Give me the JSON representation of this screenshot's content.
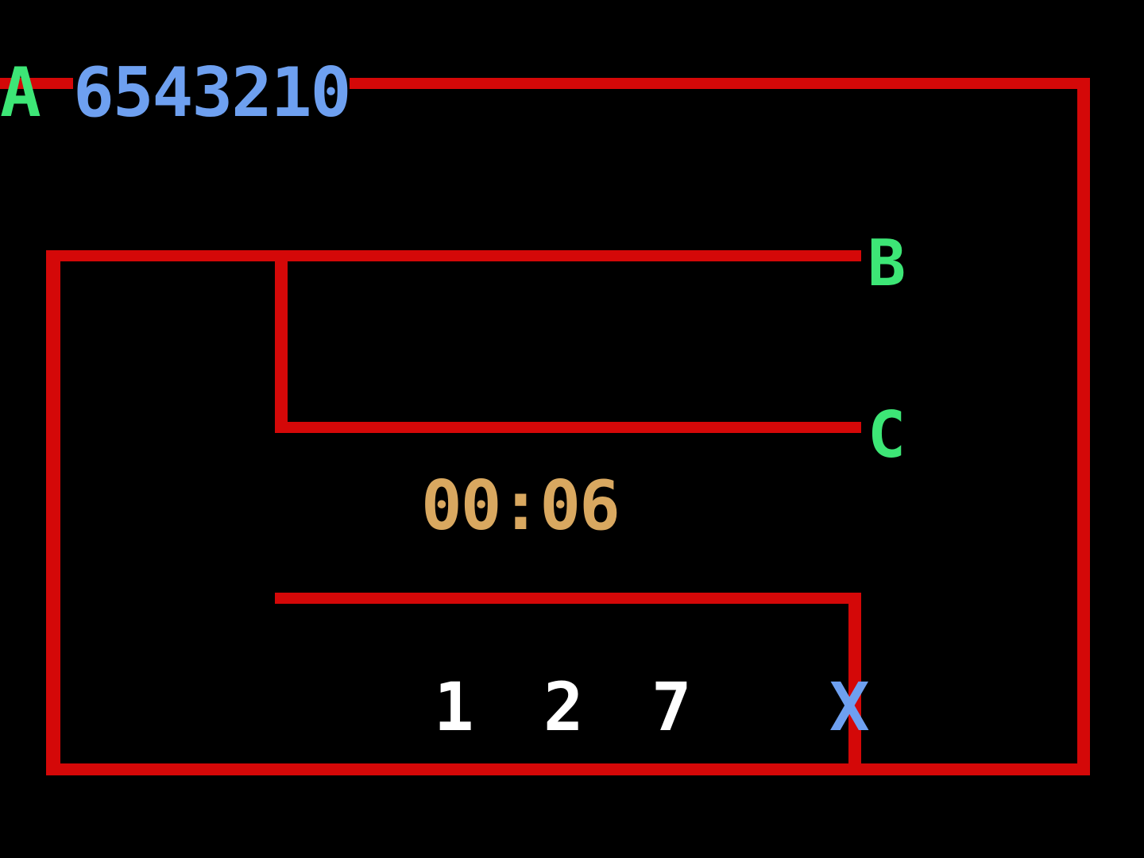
{
  "colors": {
    "background": "#000000",
    "wire": "#d40808",
    "terminal_label": "#3de676",
    "code": "#6ea0f0",
    "timer": "#d9a860",
    "selection": "#ffffff",
    "marker": "#6ea0f0"
  },
  "terminals": {
    "a": "A",
    "b": "B",
    "c": "C"
  },
  "code": "6543210",
  "timer": "00:06",
  "selection": [
    "1",
    "2",
    "7"
  ],
  "marker": "X"
}
